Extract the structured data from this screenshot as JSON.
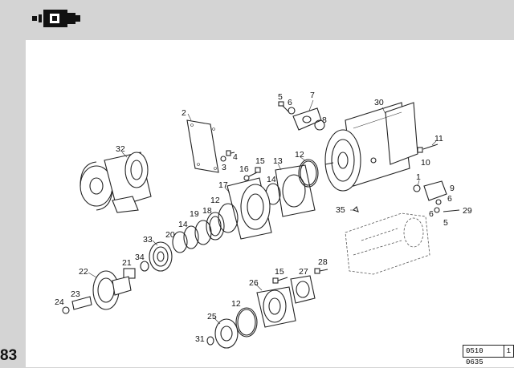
{
  "page": {
    "number": "83",
    "drawing_code": "0510 0635",
    "sheet": "1"
  },
  "header": {
    "icon": "pump-assembly-icon"
  },
  "diagram": {
    "callouts": [
      {
        "id": "c30",
        "label": "30"
      },
      {
        "id": "c7",
        "label": "7"
      },
      {
        "id": "c5a",
        "label": "5"
      },
      {
        "id": "c6a",
        "label": "6"
      },
      {
        "id": "c8",
        "label": "8"
      },
      {
        "id": "c2",
        "label": "2"
      },
      {
        "id": "c32",
        "label": "32"
      },
      {
        "id": "c3",
        "label": "3"
      },
      {
        "id": "c4",
        "label": "4"
      },
      {
        "id": "c11",
        "label": "11"
      },
      {
        "id": "c10",
        "label": "10"
      },
      {
        "id": "c16",
        "label": "16"
      },
      {
        "id": "c15a",
        "label": "15"
      },
      {
        "id": "c13",
        "label": "13"
      },
      {
        "id": "c12a",
        "label": "12"
      },
      {
        "id": "c17",
        "label": "17"
      },
      {
        "id": "c14a",
        "label": "14"
      },
      {
        "id": "c1",
        "label": "1"
      },
      {
        "id": "c9",
        "label": "9"
      },
      {
        "id": "c6b",
        "label": "6"
      },
      {
        "id": "c6c",
        "label": "6"
      },
      {
        "id": "c29",
        "label": "29"
      },
      {
        "id": "c5b",
        "label": "5"
      },
      {
        "id": "c35",
        "label": "35"
      },
      {
        "id": "c12b",
        "label": "12"
      },
      {
        "id": "c19",
        "label": "19"
      },
      {
        "id": "c18",
        "label": "18"
      },
      {
        "id": "c14b",
        "label": "14"
      },
      {
        "id": "c20",
        "label": "20"
      },
      {
        "id": "c33",
        "label": "33"
      },
      {
        "id": "c34",
        "label": "34"
      },
      {
        "id": "c21",
        "label": "21"
      },
      {
        "id": "c22",
        "label": "22"
      },
      {
        "id": "c23",
        "label": "23"
      },
      {
        "id": "c24",
        "label": "24"
      },
      {
        "id": "c15b",
        "label": "15"
      },
      {
        "id": "c27",
        "label": "27"
      },
      {
        "id": "c28",
        "label": "28"
      },
      {
        "id": "c26",
        "label": "26"
      },
      {
        "id": "c12c",
        "label": "12"
      },
      {
        "id": "c25",
        "label": "25"
      },
      {
        "id": "c31",
        "label": "31"
      }
    ]
  }
}
